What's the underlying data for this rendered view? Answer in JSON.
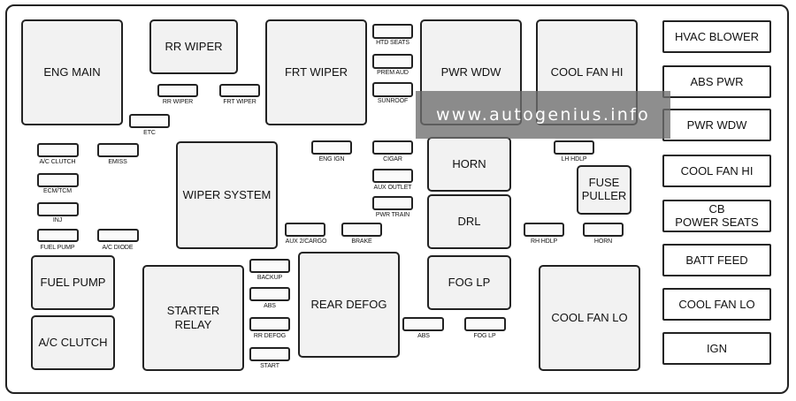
{
  "watermark": "www.autogenius.info",
  "big_components": {
    "eng_main": "ENG MAIN",
    "rr_wiper": "RR WIPER",
    "frt_wiper": "FRT WIPER",
    "pwr_wdw": "PWR WDW",
    "cool_fan_hi": "COOL FAN HI",
    "wiper_system": "WIPER SYSTEM",
    "horn": "HORN",
    "drl": "DRL",
    "fog_lp": "FOG LP",
    "fuse_puller": "FUSE\nPULLER",
    "fuel_pump": "FUEL PUMP",
    "ac_clutch": "A/C CLUTCH",
    "starter_relay": "STARTER\nRELAY",
    "rear_defog": "REAR DEFOG",
    "cool_fan_lo": "COOL FAN LO"
  },
  "side_panel": [
    "HVAC BLOWER",
    "ABS PWR",
    "PWR WDW",
    "COOL FAN HI",
    "CB\nPOWER SEATS",
    "BATT FEED",
    "COOL FAN LO",
    "IGN"
  ],
  "fuses": {
    "htd_seats": "HTD SEATS",
    "prem_aud": "PREM AUD",
    "sunroof": "SUNROOF",
    "rr_wiper": "RR WIPER",
    "frt_wiper": "FRT WIPER",
    "etc": "ETC",
    "ac_clutch": "A/C CLUTCH",
    "emiss": "EMISS",
    "ecm_tcm": "ECM/TCM",
    "inj": "INJ",
    "fuel_pump": "FUEL PUMP",
    "ac_diode": "A/C DIODE",
    "eng_ign": "ENG IGN",
    "cigar": "CIGAR",
    "aux_outlet": "AUX OUTLET",
    "pwr_train": "PWR TRAIN",
    "aux_2_cargo": "AUX 2/CARGO",
    "brake": "BRAKE",
    "lh_hdlp": "LH HDLP",
    "rh_hdlp": "RH HDLP",
    "horn": "HORN",
    "backup": "BACKUP",
    "abs_left": "ABS",
    "rr_defog": "RR DEFOG",
    "start": "START",
    "abs_mid": "ABS",
    "fog_lp": "FOG LP"
  }
}
